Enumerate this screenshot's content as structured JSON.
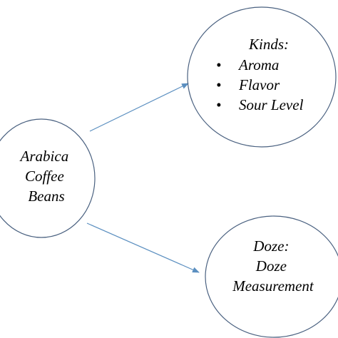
{
  "diagram": {
    "colors": {
      "node_stroke": "#4a6180",
      "edge_stroke": "#5b8fc0",
      "text": "#000000",
      "background": "#ffffff"
    },
    "nodes": {
      "source": {
        "lines": [
          "Arabica",
          "Coffee",
          "Beans"
        ]
      },
      "kinds": {
        "heading": "Kinds:",
        "items": [
          "Aroma",
          "Flavor",
          "Sour Level"
        ],
        "bullet_glyph": "•"
      },
      "doze": {
        "lines": [
          "Doze:",
          "Doze",
          "Measurement"
        ]
      }
    },
    "edges": [
      {
        "from": "source",
        "to": "kinds"
      },
      {
        "from": "source",
        "to": "doze"
      }
    ]
  }
}
